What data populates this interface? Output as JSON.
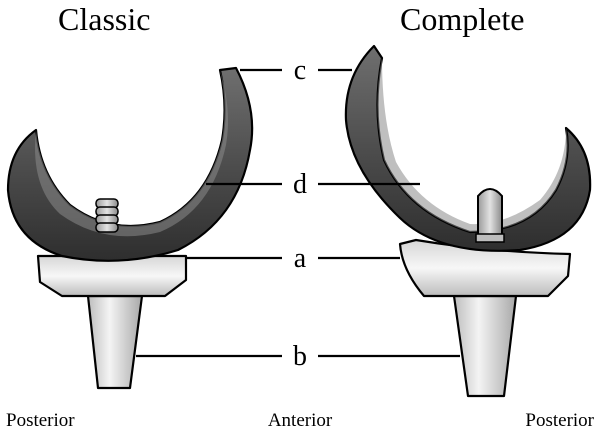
{
  "titles": {
    "left": "Classic",
    "right": "Complete"
  },
  "parts": {
    "a": "a",
    "b": "b",
    "c": "c",
    "d": "d"
  },
  "orientation": {
    "left": "Posterior",
    "center": "Anterior",
    "right": "Posterior"
  }
}
